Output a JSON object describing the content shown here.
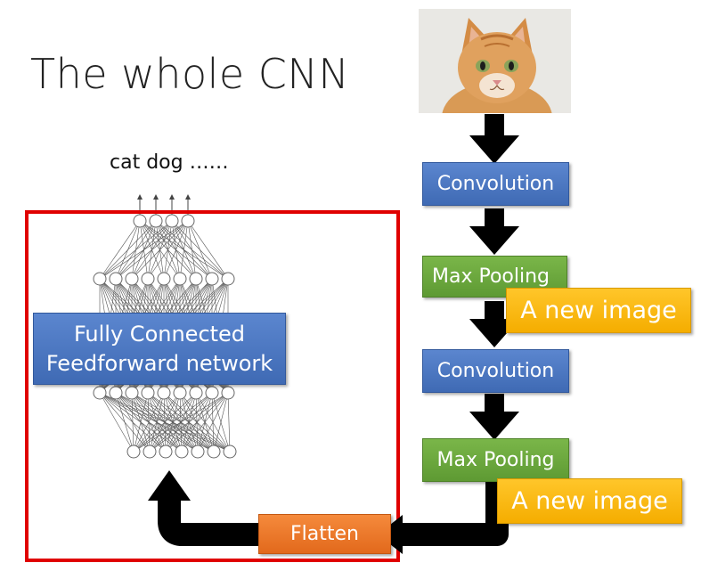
{
  "slide": {
    "title": "The whole CNN",
    "outputs_label": "cat dog ……"
  },
  "pipeline": {
    "conv1": "Convolution",
    "pool1": "Max Pooling",
    "new_image_1": "A new image",
    "conv2": "Convolution",
    "pool2": "Max Pooling",
    "new_image_2": "A new image",
    "flatten": "Flatten"
  },
  "network": {
    "label_line1": "Fully Connected",
    "label_line2": "Feedforward network"
  },
  "colors": {
    "conv": "#4a76c1",
    "pool": "#6aa73e",
    "new_image": "#fbb713",
    "flatten": "#ee7a2b",
    "frame": "#e00000",
    "arrow": "#000000"
  },
  "icons": [
    "down-arrow-icon",
    "cat-image",
    "neuron-icon"
  ]
}
